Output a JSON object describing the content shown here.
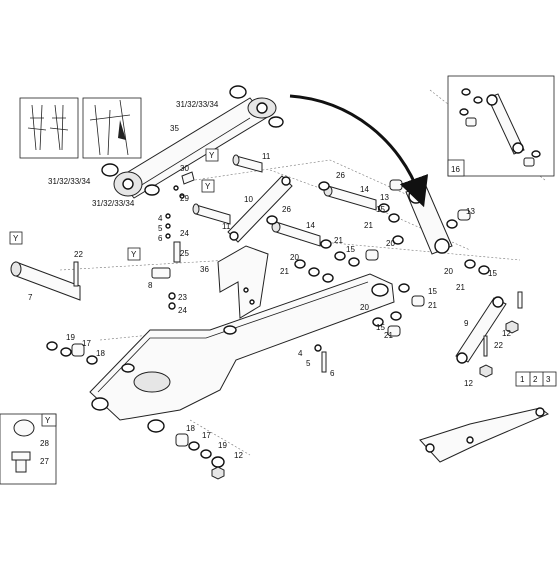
{
  "labels": {
    "cyl_top": "31/32/33/34",
    "cyl_mid_left": "31/32/33/34",
    "cyl_mid_right": "31/32/33/34",
    "n35": "35",
    "n30": "30",
    "n29": "29",
    "n4a": "4",
    "n5a": "5",
    "n6a": "6",
    "n24a": "24",
    "n25": "25",
    "n24b": "24",
    "n23": "23",
    "n8": "8",
    "n11a": "11",
    "n11b": "11",
    "n10": "10",
    "n26a": "26",
    "n26b": "26",
    "n14a": "14",
    "n14b": "14",
    "n13a": "13",
    "n13b": "13",
    "n15a": "15",
    "n15b": "15",
    "n15c": "15",
    "n15d": "15",
    "n21a": "21",
    "n21b": "21",
    "n21c": "21",
    "n21d": "21",
    "n21e": "21",
    "n20a": "20",
    "n20b": "20",
    "n20c": "20",
    "n20d": "20",
    "n36": "36",
    "n22a": "22",
    "n22b": "22",
    "n7": "7",
    "n19a": "19",
    "n17a": "17",
    "n18a": "18",
    "n4b": "4",
    "n5b": "5",
    "n6b": "6",
    "n9": "9",
    "n12a": "12",
    "n12b": "12",
    "n12c": "12",
    "n18b": "18",
    "n17b": "17",
    "n19b": "19",
    "n16": "16",
    "n28": "28",
    "n27": "27"
  },
  "y_tags": [
    "Y",
    "Y",
    "Y",
    "Y",
    "Y"
  ],
  "view_selector": [
    "1",
    "2",
    "3"
  ]
}
